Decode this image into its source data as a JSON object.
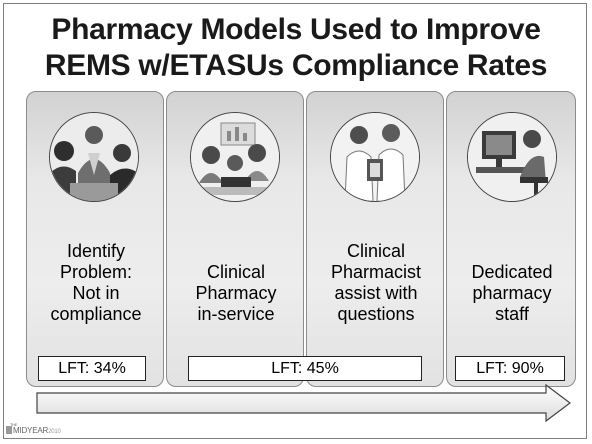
{
  "slide": {
    "title_line1": "Pharmacy Models Used to Improve",
    "title_line2": "REMS w/ETASUs Compliance Rates"
  },
  "panels": [
    {
      "lines": [
        "Identify",
        "Problem:",
        "Not in",
        "compliance"
      ],
      "photo_icon": "meeting-group-icon"
    },
    {
      "lines": [
        "Clinical",
        "Pharmacy",
        "in-service"
      ],
      "photo_icon": "training-session-icon"
    },
    {
      "lines": [
        "Clinical",
        "Pharmacist",
        "assist with",
        "questions"
      ],
      "photo_icon": "consultation-icon"
    },
    {
      "lines": [
        "Dedicated",
        "pharmacy",
        "staff"
      ],
      "photo_icon": "desk-worker-icon"
    }
  ],
  "lft_boxes": {
    "box1": "LFT: 34%",
    "box2": "LFT: 45%",
    "box3": "LFT: 90%"
  },
  "timeline": {
    "icon": "right-arrow-icon"
  },
  "logo": {
    "the": "THE",
    "name": "MIDYEAR",
    "year": "2010"
  },
  "colors": {
    "panel_fill": "#e6e6e6",
    "panel_border": "#8c8c8c",
    "arrow_fill": "#ffffff",
    "text": "#000000"
  }
}
